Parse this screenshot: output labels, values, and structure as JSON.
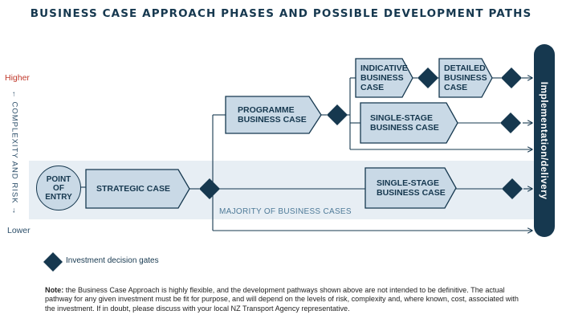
{
  "title": "BUSINESS CASE APPROACH PHASES AND POSSIBLE DEVELOPMENT PATHS",
  "axis": {
    "higher": "Higher",
    "lower": "Lower",
    "label": "← COMPLEXITY AND RISK →"
  },
  "implementation_label": "Implementation/delivery",
  "boxes": {
    "point_of_entry": "POINT\nOF\nENTRY",
    "strategic_case": "STRATEGIC CASE",
    "programme_business_case": "PROGRAMME BUSINESS CASE",
    "indicative_business_case": "INDICATIVE BUSINESS CASE",
    "detailed_business_case": "DETAILED BUSINESS CASE",
    "single_stage_upper": "SINGLE-STAGE BUSINESS CASE",
    "single_stage_lower": "SINGLE-STAGE BUSINESS CASE"
  },
  "band_label": "MAJORITY OF BUSINESS CASES",
  "legend": {
    "gate_label": "Investment decision gates"
  },
  "note": {
    "label": "Note:",
    "text": " the Business Case Approach is highly flexible, and the development pathways shown above are not intended to be definitive. The actual pathway for any given investment must be fit for purpose, and will depend on the levels of risk, complexity and, where known, cost, associated with the investment. If in doubt, please discuss with your local NZ Transport Agency representative."
  },
  "colors": {
    "navy": "#16384f",
    "box_fill": "#c9d9e6",
    "band": "#e7eef4",
    "higher": "#c0392b"
  }
}
